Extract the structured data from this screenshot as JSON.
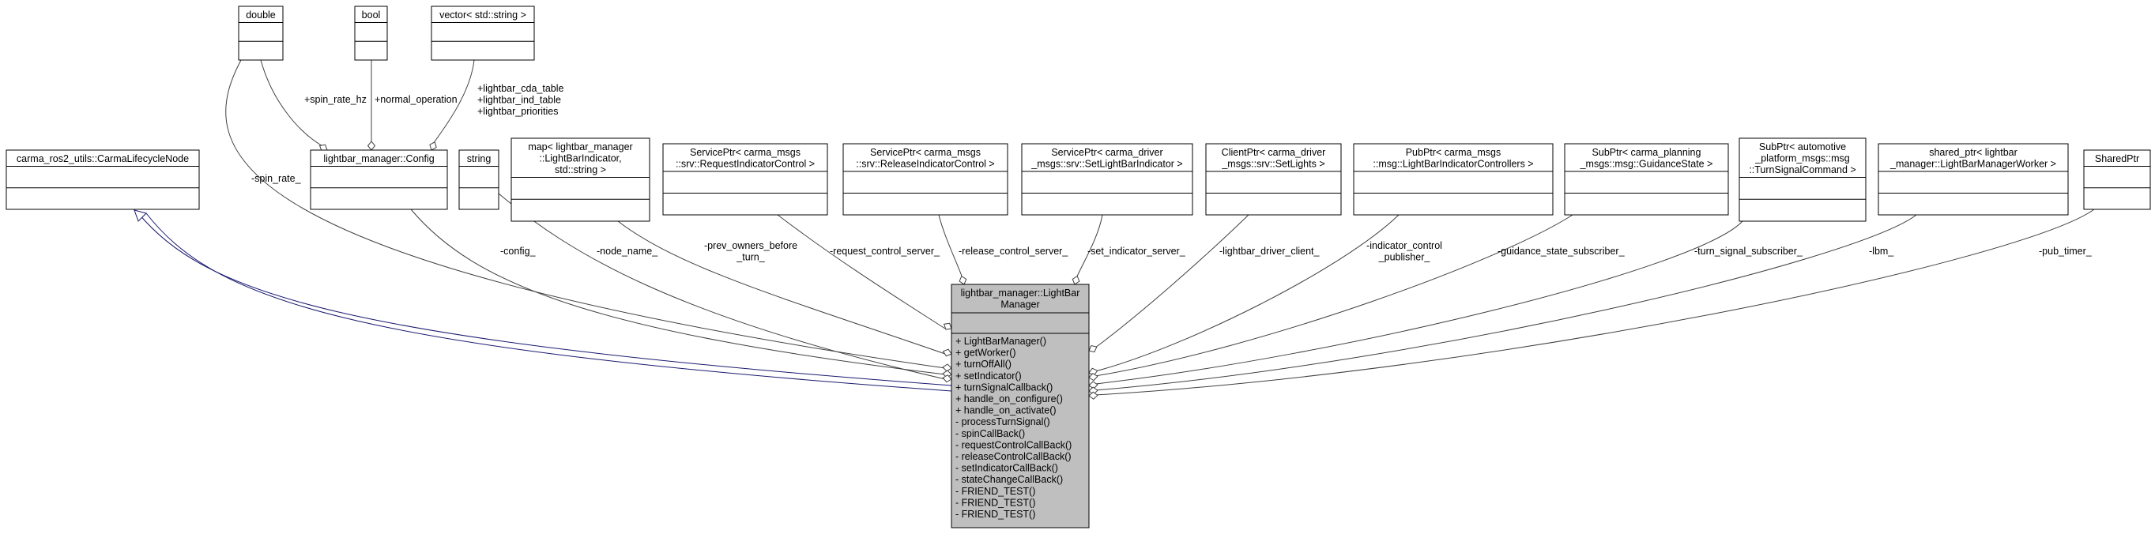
{
  "diagram": {
    "main_class": {
      "title_lines": [
        "lightbar_manager::LightBar",
        "Manager"
      ],
      "members": [
        "+ LightBarManager()",
        "+ getWorker()",
        "+ turnOffAll()",
        "+ setIndicator()",
        "+ turnSignalCallback()",
        "+ handle_on_configure()",
        "+ handle_on_activate()",
        "- processTurnSignal()",
        "- spinCallBack()",
        "- requestControlCallBack()",
        "- releaseControlCallBack()",
        "- setIndicatorCallBack()",
        "- stateChangeCallBack()",
        "- FRIEND_TEST()",
        "- FRIEND_TEST()",
        "- FRIEND_TEST()"
      ]
    },
    "classes": {
      "double": [
        "double"
      ],
      "bool": [
        "bool"
      ],
      "vector": [
        "vector< std::string >"
      ],
      "lifecycle": [
        "carma_ros2_utils::CarmaLifecycleNode"
      ],
      "config": [
        "lightbar_manager::Config"
      ],
      "string": [
        "string"
      ],
      "map": [
        "map< lightbar_manager",
        "::LightBarIndicator,",
        "std::string >"
      ],
      "req_ctrl": [
        "ServicePtr< carma_msgs",
        "::srv::RequestIndicatorControl >"
      ],
      "rel_ctrl": [
        "ServicePtr< carma_msgs",
        "::srv::ReleaseIndicatorControl >"
      ],
      "set_lb": [
        "ServicePtr< carma_driver",
        "_msgs::srv::SetLightBarIndicator >"
      ],
      "client": [
        "ClientPtr< carma_driver",
        "_msgs::srv::SetLights >"
      ],
      "pub": [
        "PubPtr< carma_msgs",
        "::msg::LightBarIndicatorControllers >"
      ],
      "sub_guid": [
        "SubPtr< carma_planning",
        "_msgs::msg::GuidanceState >"
      ],
      "sub_turn": [
        "SubPtr< automotive",
        "_platform_msgs::msg",
        "::TurnSignalCommand >"
      ],
      "shared": [
        "shared_ptr< lightbar",
        "_manager::LightBarManagerWorker >"
      ],
      "sharedptr": [
        "SharedPtr"
      ]
    },
    "edge_labels": {
      "spin_rate_hz": [
        "+spin_rate_hz"
      ],
      "normal_operation": [
        "+normal_operation"
      ],
      "tables": [
        "+lightbar_cda_table",
        "+lightbar_ind_table",
        "+lightbar_priorities"
      ],
      "spin_rate": [
        "-spin_rate_"
      ],
      "config": [
        "-config_"
      ],
      "node_name": [
        "-node_name_"
      ],
      "prev_owners": [
        "-prev_owners_before",
        "_turn_"
      ],
      "req_server": [
        "-request_control_server_"
      ],
      "rel_server": [
        "-release_control_server_"
      ],
      "set_server": [
        "-set_indicator_server_"
      ],
      "driver_client": [
        "-lightbar_driver_client_"
      ],
      "ind_publisher": [
        "-indicator_control",
        "_publisher_"
      ],
      "guid_sub": [
        "-guidance_state_subscriber_"
      ],
      "turn_sub": [
        "-turn_signal_subscriber_"
      ],
      "lbm": [
        "-lbm_"
      ],
      "pub_timer": [
        "-pub_timer_"
      ]
    }
  }
}
